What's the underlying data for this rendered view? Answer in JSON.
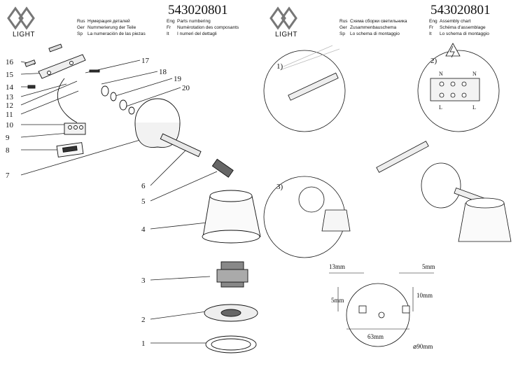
{
  "logo_text": "LIGHT",
  "article": "543020801",
  "left_header": [
    {
      "k": "Rus",
      "v": "Нумерация деталей"
    },
    {
      "k": "Ger",
      "v": "Nummerierung der Teile"
    },
    {
      "k": "Sp",
      "v": "La numeración de las piezas"
    }
  ],
  "left_header2": [
    {
      "k": "Eng",
      "v": "Parts numbering"
    },
    {
      "k": "Fr",
      "v": "Numérotation des composants"
    },
    {
      "k": "It",
      "v": "I numeri del dettagli"
    }
  ],
  "right_header": [
    {
      "k": "Rus",
      "v": "Схема сборки светильника"
    },
    {
      "k": "Ger",
      "v": "Zusammenbauschema"
    },
    {
      "k": "Sp",
      "v": "Lo schema di montaggio"
    }
  ],
  "right_header2": [
    {
      "k": "Eng",
      "v": "Assembly chart"
    },
    {
      "k": "Fr",
      "v": "Schéma d'assemblage"
    },
    {
      "k": "It",
      "v": "Lo schema di montaggio"
    }
  ],
  "parts": [
    "1",
    "2",
    "3",
    "4",
    "5",
    "6",
    "7",
    "8",
    "9",
    "10",
    "11",
    "12",
    "13",
    "14",
    "15",
    "16",
    "17",
    "18",
    "19",
    "20"
  ],
  "steps": [
    "1)",
    "2)",
    "3)"
  ],
  "terminal_labels": {
    "n1": "N",
    "l1": "L",
    "n2": "N",
    "l2": "L"
  },
  "dimensions": {
    "d1": "13mm",
    "d2": "5mm",
    "d3": "5mm",
    "d4": "10mm",
    "d5": "63mm",
    "d6": "⌀90mm"
  }
}
